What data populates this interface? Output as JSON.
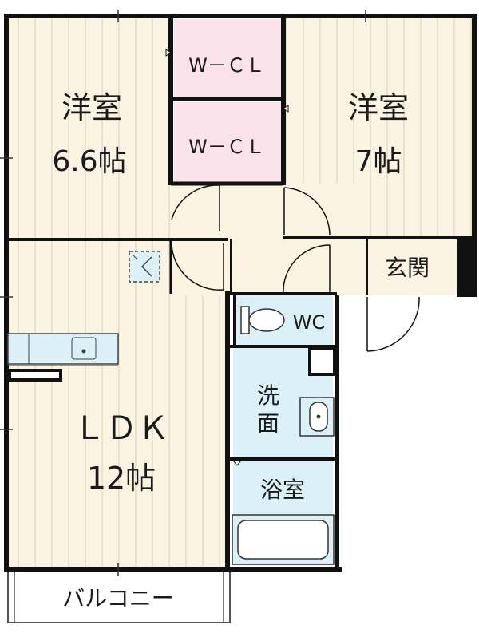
{
  "rooms": {
    "western_left": {
      "name": "洋室",
      "size": "6.6帖"
    },
    "western_right": {
      "name": "洋室",
      "size": "7帖"
    },
    "wcl_top": "W－ＣＬ",
    "wcl_bottom": "W－ＣＬ",
    "ldk": {
      "name": "ＬＤＫ",
      "size": "12帖"
    },
    "entrance": "玄関",
    "toilet": "WC",
    "washroom_line1": "洗",
    "washroom_line2": "面",
    "bath": "浴室",
    "balcony": "バルコニー"
  },
  "colors": {
    "floor": "#fbf4e2",
    "floor_stripe": "#d9d0bc",
    "closet": "#fbe1ea",
    "wet": "#dcf0f7",
    "wall": "#111111"
  }
}
